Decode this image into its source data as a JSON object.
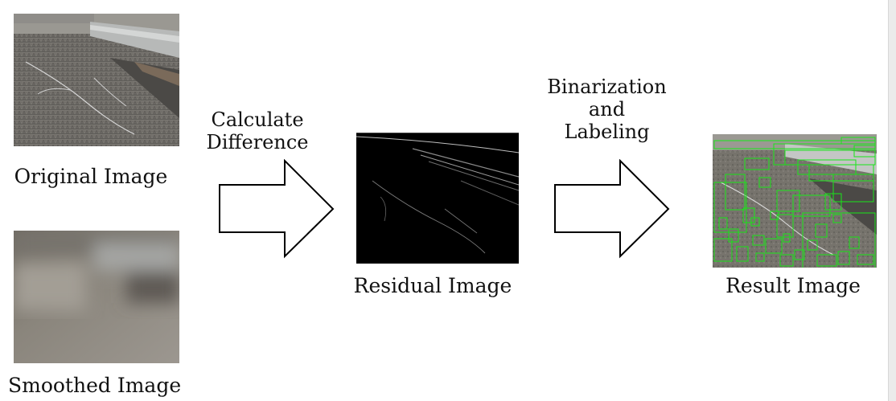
{
  "diagram": {
    "images": {
      "original": {
        "label": "Original Image"
      },
      "smoothed": {
        "label": "Smoothed Image"
      },
      "residual": {
        "label": "Residual Image"
      },
      "result": {
        "label": "Result Image"
      }
    },
    "steps": {
      "difference": {
        "lines": [
          "Calculate",
          "Difference"
        ]
      },
      "binarize": {
        "lines": [
          "Binarization",
          "and",
          "Labeling"
        ]
      }
    }
  },
  "colors": {
    "arrow_stroke": "#000000",
    "arrow_fill": "#ffffff",
    "bounding_box": "#19e619",
    "residual_background": "#000000"
  }
}
